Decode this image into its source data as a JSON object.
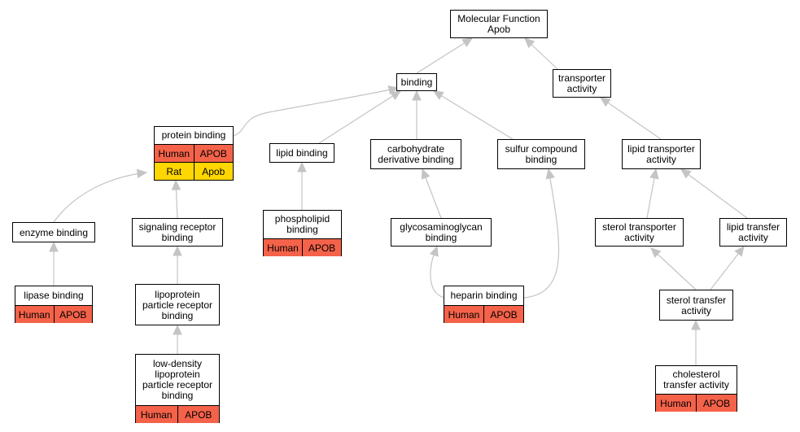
{
  "colors": {
    "human": "#f4624a",
    "rat": "#ffd700",
    "edge": "#c4c4c4"
  },
  "nodes": {
    "mf": {
      "label": "Molecular Function\nApob"
    },
    "binding": {
      "label": "binding"
    },
    "transporter": {
      "label": "transporter\nactivity"
    },
    "protein": {
      "label": "protein binding",
      "rows": [
        [
          "Human",
          "APOB"
        ],
        [
          "Rat",
          "Apob"
        ]
      ]
    },
    "lipid": {
      "label": "lipid binding"
    },
    "carb": {
      "label": "carbohydrate\nderivative binding"
    },
    "sulfur": {
      "label": "sulfur compound\nbinding"
    },
    "lipidtransporter": {
      "label": "lipid transporter\nactivity"
    },
    "enzyme": {
      "label": "enzyme binding"
    },
    "signaling": {
      "label": "signaling receptor\nbinding"
    },
    "phospholipid": {
      "label": "phospholipid\nbinding",
      "rows": [
        [
          "Human",
          "APOB"
        ]
      ]
    },
    "gag": {
      "label": "glycosaminoglycan\nbinding"
    },
    "steroltransporter": {
      "label": "sterol transporter\nactivity"
    },
    "lipidtransfer": {
      "label": "lipid transfer\nactivity"
    },
    "lipase": {
      "label": "lipase binding",
      "rows": [
        [
          "Human",
          "APOB"
        ]
      ]
    },
    "lipoprotein": {
      "label": "lipoprotein\nparticle receptor\nbinding"
    },
    "heparin": {
      "label": "heparin binding",
      "rows": [
        [
          "Human",
          "APOB"
        ]
      ]
    },
    "steroltransfer": {
      "label": "sterol transfer\nactivity"
    },
    "ldl": {
      "label": "low-density\nlipoprotein\nparticle receptor\nbinding",
      "rows": [
        [
          "Human",
          "APOB"
        ]
      ]
    },
    "cholesterol": {
      "label": "cholesterol\ntransfer activity",
      "rows": [
        [
          "Human",
          "APOB"
        ]
      ]
    }
  }
}
